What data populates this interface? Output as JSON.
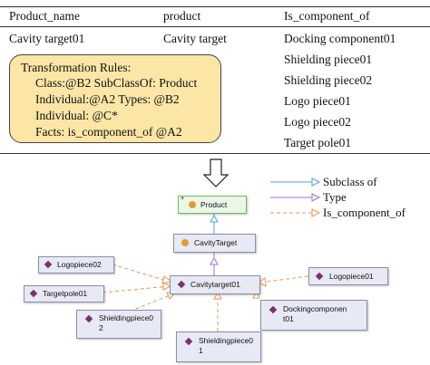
{
  "table": {
    "headers": [
      "Product_name",
      "product",
      "Is_component_of"
    ],
    "product_name": "Cavity target01",
    "product": "Cavity target",
    "components": [
      "Docking component01",
      "Shielding piece01",
      "Shielding piece02",
      "Logo piece01",
      "Logo piece02",
      "Target pole01"
    ]
  },
  "rules": {
    "title": "Transformation Rules:",
    "lines": [
      "Class:@B2 SubClassOf:  Product",
      "Individual:@A2  Types: @B2",
      "Individual: @C*",
      "Facts: is_component_of @A2"
    ]
  },
  "legend": {
    "items": [
      "Subclass of",
      "Type",
      "Is_component_of"
    ],
    "colors": {
      "subclass": "#4da3d4",
      "type": "#a070d0",
      "component": "#e8955a"
    }
  },
  "graph": {
    "product": "Product",
    "product_badge": "+",
    "class": "CavityTarget",
    "center": "Cavitytarget01",
    "logo2": "Logopiece02",
    "logo1": "Logopiece01",
    "pole": "Targetpole01",
    "shield2": "Shieldingpiece0\n2",
    "docking": "Dockingcomponen\nt01",
    "shield1": "Shieldingpiece0\n1"
  },
  "icons": {
    "arrow": "down-arrow-icon",
    "class": "class-circle-icon",
    "individual": "individual-diamond-icon"
  }
}
